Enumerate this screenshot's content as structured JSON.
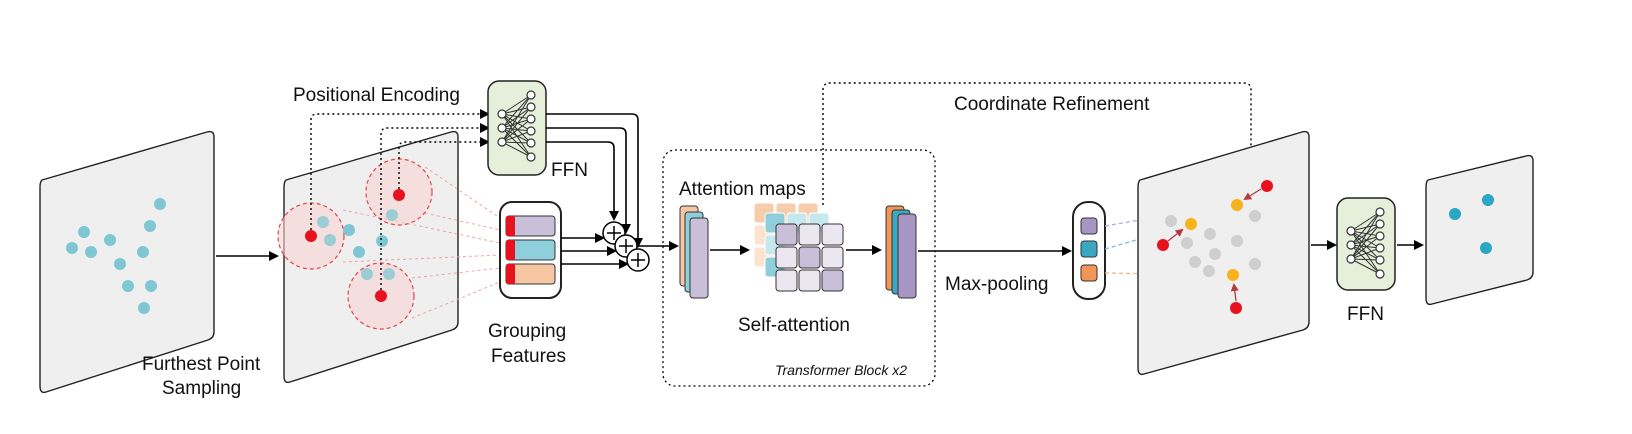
{
  "labels": {
    "fps": [
      "Furthest Point",
      "Sampling"
    ],
    "positional_encoding": "Positional Encoding",
    "ffn_top": "FFN",
    "grouping": [
      "Grouping",
      "Features"
    ],
    "attention_maps": "Attention maps",
    "self_attention": "Self-attention",
    "transformer_block": "Transformer Block  x2",
    "coordinate_refinement": "Coordinate Refinement",
    "max_pooling": "Max-pooling",
    "ffn_right": "FFN"
  },
  "colors": {
    "point_blue": "#7fc7d4",
    "point_red": "#e8121e",
    "point_orange": "#f7b21d",
    "feature_purple": "#c9bfd9",
    "feature_blue": "#8fcfdb",
    "feature_orange": "#f7c7a3",
    "ffn_fill": "#e6efd9",
    "output_teal": "#2aa6c6"
  }
}
